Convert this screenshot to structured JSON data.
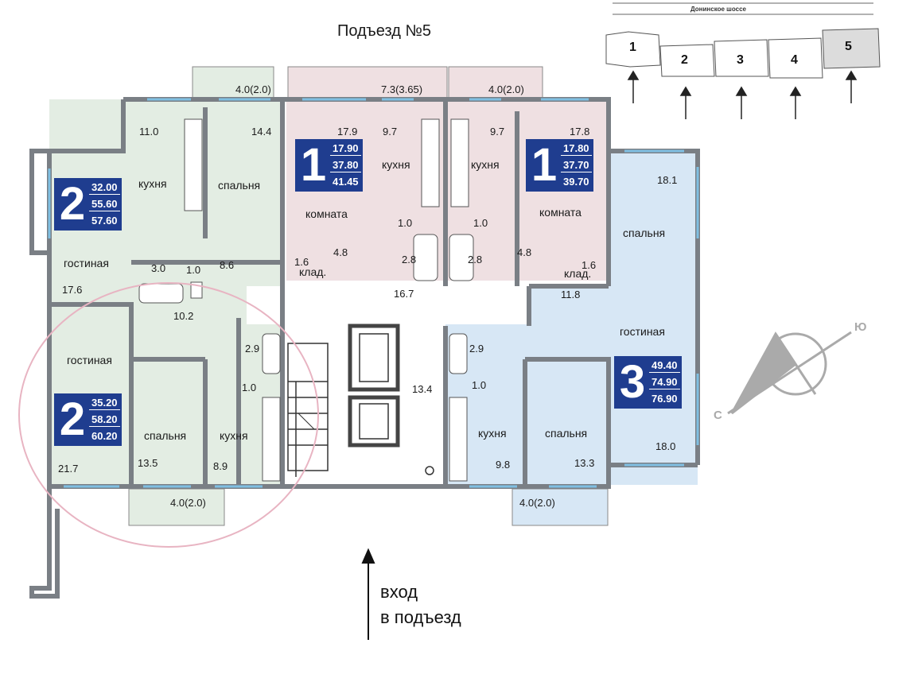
{
  "title": "Подъезд №5",
  "site": {
    "road": "Донинское шоссе",
    "sections": [
      "1",
      "2",
      "3",
      "4",
      "5"
    ],
    "highlight": "5"
  },
  "compass": {
    "south": "С",
    "east": "Ю"
  },
  "entrance": {
    "line1": "вход",
    "line2": "в подъезд"
  },
  "apartments": [
    {
      "rooms": "2",
      "areas": [
        "32.00",
        "55.60",
        "57.60"
      ]
    },
    {
      "rooms": "1",
      "areas": [
        "17.90",
        "37.80",
        "41.45"
      ]
    },
    {
      "rooms": "1",
      "areas": [
        "17.80",
        "37.70",
        "39.70"
      ]
    },
    {
      "rooms": "2",
      "areas": [
        "35.20",
        "58.20",
        "60.20"
      ]
    },
    {
      "rooms": "3",
      "areas": [
        "49.40",
        "74.90",
        "76.90"
      ]
    }
  ],
  "rooms": {
    "kitchen": "кухня",
    "bedroom": "спальня",
    "living": "гостиная",
    "room": "комната",
    "storage": "клад."
  },
  "areas": {
    "balc_a1": "4.0(2.0)",
    "balc_mid": "7.3(3.65)",
    "balc_a3": "4.0(2.0)",
    "a1_kitchen": "11.0",
    "a1_bed": "14.4",
    "a1_living": "17.6",
    "a1_bath": "3.0",
    "a1_wc": "1.0",
    "a1_hall": "8.6",
    "a2_room": "17.9",
    "a2_kitchen": "9.7",
    "a2_wc": "1.0",
    "a2_bath": "2.8",
    "a2_hall": "4.8",
    "a2_stor": "1.6",
    "a3_room": "17.8",
    "a3_kitchen": "9.7",
    "a3_wc": "1.0",
    "a3_bath": "2.8",
    "a3_hall": "4.8",
    "a3_stor": "1.6",
    "corridor": "16.7",
    "stair": "13.4",
    "a4_hall": "10.2",
    "a4_bath": "2.9",
    "a4_wc": "1.0",
    "a4_living": "21.7",
    "a4_bed": "13.5",
    "a4_kitchen": "8.9",
    "a4_balc": "4.0(2.0)",
    "a5_bed1": "18.1",
    "a5_hall": "11.8",
    "a5_bath": "2.9",
    "a5_wc": "1.0",
    "a5_kitchen": "9.8",
    "a5_bed2": "13.3",
    "a5_living": "18.0",
    "a5_balc": "4.0(2.0)"
  },
  "colors": {
    "apt_green": "#e3ede3",
    "apt_pink": "#efe0e2",
    "apt_blue": "#d7e7f5",
    "wall": "#7a7f85",
    "badge": "#1f3d8f",
    "highlight_circle": "#e8b4c2"
  }
}
